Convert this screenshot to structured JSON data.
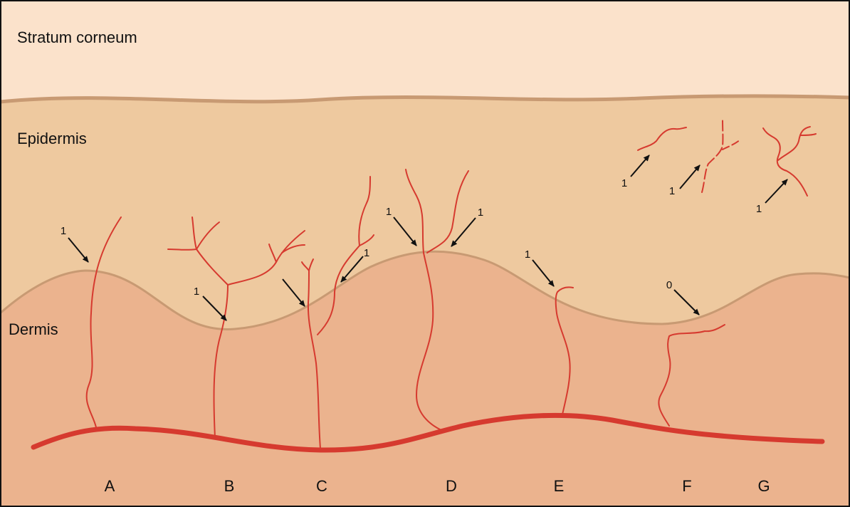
{
  "layers": {
    "stratum_corneum": "Stratum corneum",
    "epidermis": "Epidermis",
    "dermis": "Dermis"
  },
  "columns": [
    "A",
    "B",
    "C",
    "D",
    "E",
    "F",
    "G"
  ],
  "arrow_scores": {
    "a": "1",
    "b": "1",
    "c": "1",
    "d_left": "1",
    "d_right": "1",
    "e": "1",
    "f": "0",
    "frag_1": "1",
    "frag_2": "1",
    "frag_3": "1"
  },
  "colors": {
    "stratum_corneum": "#fbe2cb",
    "epidermis": "#eec99f",
    "dermis": "#ebb38e",
    "boundary": "#c89a73",
    "nerve": "#d63a2f",
    "arrow": "#111111",
    "frame": "#111111"
  }
}
